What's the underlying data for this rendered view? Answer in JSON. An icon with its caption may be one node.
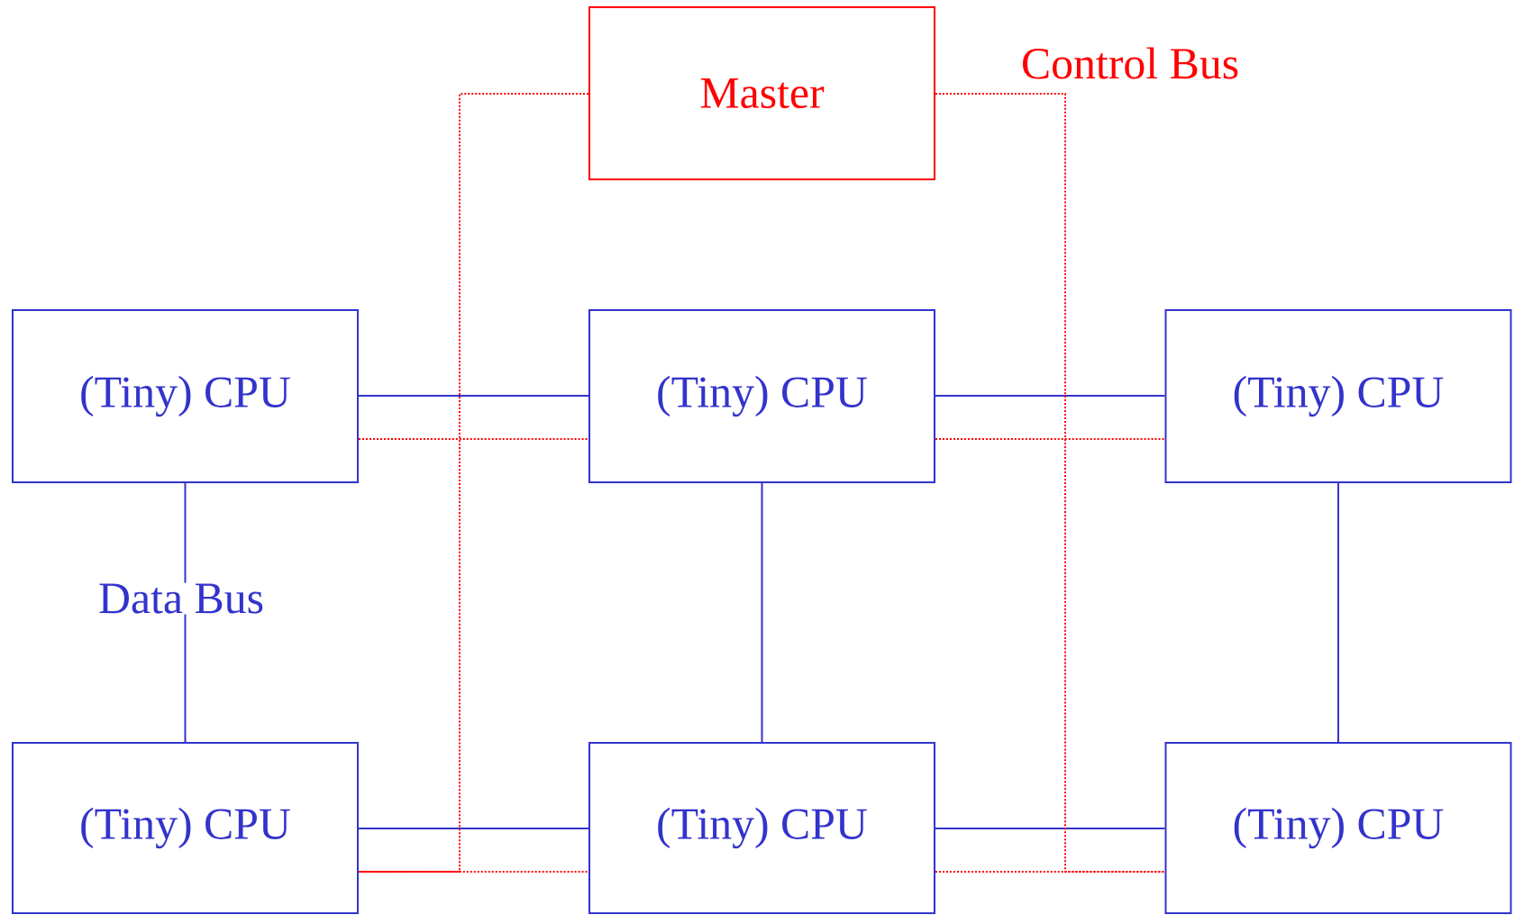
{
  "diagram": {
    "nodes": [
      {
        "text": [
          "Master"
        ]
      },
      {
        "text": [
          "(Tiny) CPU"
        ]
      },
      {
        "text": [
          "(Tiny) CPU"
        ]
      },
      {
        "text": [
          "(Tiny) CPU"
        ]
      },
      {
        "text": [
          "(Tiny) CPU"
        ]
      },
      {
        "text": [
          "(Tiny) CPU"
        ]
      },
      {
        "text": [
          "(Tiny) CPU"
        ]
      }
    ],
    "edges": [
      {
        "from": 1,
        "to": 2,
        "arrow": "none"
      },
      {
        "from": 2,
        "to": 3,
        "arrow": "none"
      },
      {
        "from": 4,
        "to": 5,
        "arrow": "none"
      },
      {
        "from": 5,
        "to": 6,
        "arrow": "none"
      },
      {
        "from": 1,
        "to": 4,
        "arrow": "none",
        "label": "Data Bus"
      },
      {
        "from": 2,
        "to": 5,
        "arrow": "none"
      },
      {
        "from": 3,
        "to": 6,
        "arrow": "none"
      },
      {
        "from": 1,
        "to": 2,
        "arrow": "none",
        "style": "dashed",
        "color": "#ff0000"
      },
      {
        "from": 2,
        "to": 3,
        "arrow": "none",
        "style": "dashed",
        "color": "#ff0000"
      },
      {
        "from": 4,
        "to": 5,
        "arrow": "none",
        "style": "dashed",
        "color": "#ff0000"
      },
      {
        "from": 5,
        "to": 6,
        "arrow": "none",
        "style": "dashed",
        "color": "#ff0000"
      },
      {
        "from": 0,
        "to": 4,
        "arrow": "none",
        "style": "dashed",
        "color": "#ff0000"
      },
      {
        "from": 0,
        "to": 6,
        "arrow": "none",
        "style": "dashed",
        "color": "#ff0000"
      }
    ],
    "labels": [
      "Control Bus"
    ]
  }
}
